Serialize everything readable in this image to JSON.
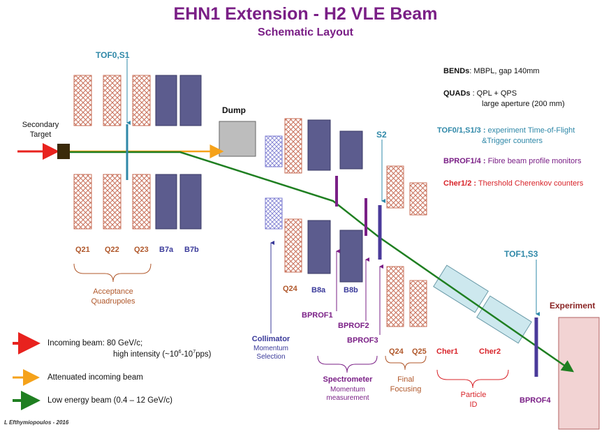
{
  "title": "EHN1 Extension - H2 VLE Beam",
  "subtitle": "Schematic Layout",
  "labels": {
    "tof0_s1": "TOF0,S1",
    "secondary_target": "Secondary\nTarget",
    "dump": "Dump",
    "s2": "S2",
    "tof1_s3": "TOF1,S3",
    "experiment": "Experiment",
    "q21": "Q21",
    "q22": "Q22",
    "q23": "Q23",
    "b7a": "B7a",
    "b7b": "B7b",
    "q24_left": "Q24",
    "b8a": "B8a",
    "b8b": "B8b",
    "bprof1": "BPROF1",
    "bprof2": "BPROF2",
    "bprof3": "BPROF3",
    "bprof4": "BPROF4",
    "q24_right": "Q24",
    "q25": "Q25",
    "cher1": "Cher1",
    "cher2": "Cher2",
    "collimator": "Collimator",
    "collimator_sub": "Momentum\nSelection"
  },
  "groups": {
    "acceptance": "Acceptance\nQuadrupoles",
    "spectrometer": "Spectrometer",
    "spectrometer_sub": "Momentum\nmeasurement",
    "final_focusing": "Final\nFocusing",
    "particle_id": "Particle\nID"
  },
  "legend_info": [
    {
      "key": "BENDs",
      "value": ": MBPL, gap 140mm",
      "color": "#111111"
    },
    {
      "key": "QUADs",
      "value": " : QPL + QPS",
      "color": "#111111"
    },
    {
      "key": "",
      "value": "large aperture (200 mm)",
      "color": "#111111"
    },
    {
      "key": "TOF0/1,S1/3 :",
      "value": " experiment Time-of-Flight",
      "color": "#2f88a8"
    },
    {
      "key": "",
      "value": "&Trigger counters",
      "color": "#2f88a8"
    },
    {
      "key": "BPROF1/4 :",
      "value": " Fibre beam profile monitors",
      "color": "#7a1f86"
    },
    {
      "key": "Cher1/2 :",
      "value": " Thershold Cherenkov counters",
      "color": "#d8242a"
    }
  ],
  "beam_legend": {
    "incoming_1": "Incoming beam: 80 GeV/c;",
    "incoming_2": "high intensity (~10",
    "incoming_2_exp1": "6",
    "incoming_2_mid": "-10",
    "incoming_2_exp2": "7",
    "incoming_2_end": "pps)",
    "attenuated": "Attenuated incoming beam",
    "low_energy": "Low energy beam (0.4 – 12 GeV/c)"
  },
  "author": "L Efthymiopoulos - 2016",
  "colors": {
    "title": "#7a1f86",
    "quad": "#c8705a",
    "bend": "#5c5c8e",
    "beam_red": "#e8221e",
    "beam_orange": "#f5a21a",
    "beam_green": "#1f7f21",
    "cherenkov": "#cde8ee",
    "experiment": "#f2d3d3",
    "dump": "#bdbdbd"
  }
}
